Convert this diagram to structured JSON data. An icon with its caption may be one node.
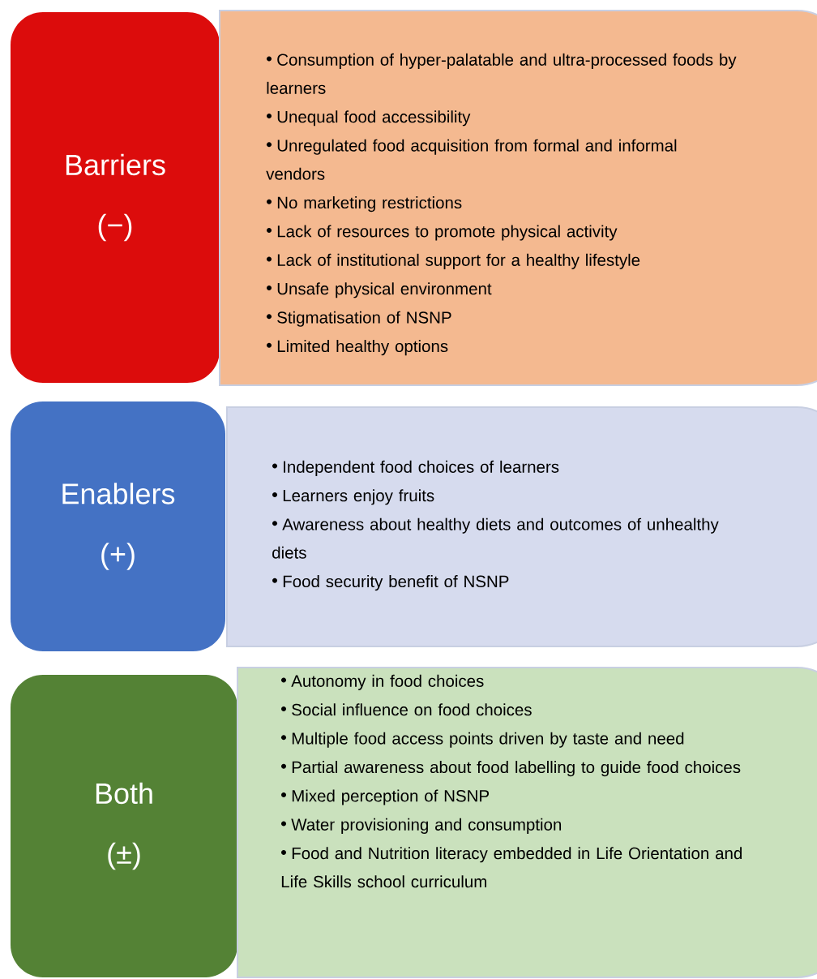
{
  "diagram": {
    "nodes": [
      {
        "text": [
          "Barriers",
          "(−)"
        ]
      },
      {
        "text": [
          "Consumption of hyper-palatable and ultra-processed foods by learners",
          "Unequal food accessibility",
          "Unregulated food acquisition from formal and informal vendors",
          "No marketing restrictions",
          "Lack of resources to promote physical activity",
          "Lack of institutional support for a healthy lifestyle",
          "Unsafe physical environment",
          "Stigmatisation of NSNP",
          "Limited healthy options"
        ]
      },
      {
        "text": [
          "Enablers",
          "(+)"
        ]
      },
      {
        "text": [
          "Independent food choices of learners",
          "Learners enjoy fruits",
          "Awareness about healthy diets and outcomes of unhealthy diets",
          "Food security benefit of NSNP"
        ]
      },
      {
        "text": [
          "Both",
          "(±)"
        ]
      },
      {
        "text": [
          "Autonomy in food choices",
          "Social influence on food choices",
          "Multiple food access points driven by taste and need",
          "Partial awareness about food labelling to guide food choices",
          "Mixed perception of NSNP",
          "Water provisioning and consumption",
          "Food and Nutrition literacy embedded in Life Orientation and Life Skills school curriculum"
        ]
      }
    ]
  }
}
